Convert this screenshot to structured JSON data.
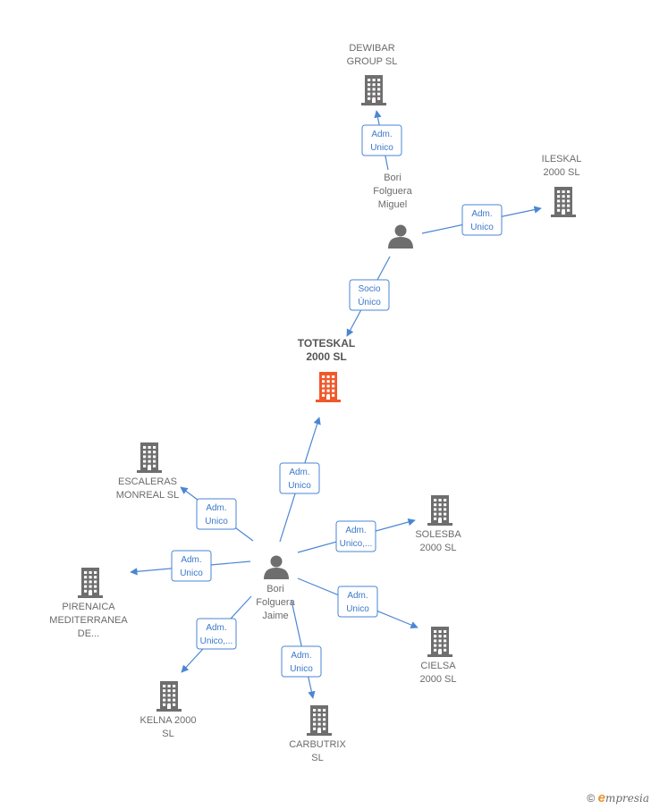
{
  "colors": {
    "company": "#6e6e6e",
    "main_company": "#f0582a",
    "person": "#6e6e6e",
    "edge": "#4a86d4"
  },
  "nodes": [
    {
      "id": "toteskal",
      "type": "company",
      "main": true,
      "lines": [
        "TOTESKAL",
        "2000  SL"
      ]
    },
    {
      "id": "dewibar",
      "type": "company",
      "lines": [
        "DEWIBAR",
        "GROUP  SL"
      ]
    },
    {
      "id": "ileskal",
      "type": "company",
      "lines": [
        "ILESKAL",
        "2000  SL"
      ]
    },
    {
      "id": "miguel",
      "type": "person",
      "lines": [
        "Bori",
        "Folguera",
        "Miguel"
      ]
    },
    {
      "id": "jaime",
      "type": "person",
      "lines": [
        "Bori",
        "Folguera",
        "Jaime"
      ]
    },
    {
      "id": "escaleras",
      "type": "company",
      "lines": [
        "ESCALERAS",
        "MONREAL SL"
      ]
    },
    {
      "id": "solesba",
      "type": "company",
      "lines": [
        "SOLESBA",
        "2000  SL"
      ]
    },
    {
      "id": "pirenaica",
      "type": "company",
      "lines": [
        "PIRENAICA",
        "MEDITERRANEA",
        "DE..."
      ]
    },
    {
      "id": "cielsa",
      "type": "company",
      "lines": [
        "CIELSA",
        "2000  SL"
      ]
    },
    {
      "id": "kelna",
      "type": "company",
      "lines": [
        "KELNA 2000",
        "SL"
      ]
    },
    {
      "id": "carbutrix",
      "type": "company",
      "lines": [
        "CARBUTRIX",
        "SL"
      ]
    }
  ],
  "edges": [
    {
      "from": "miguel",
      "to": "dewibar",
      "lines": [
        "Adm.",
        "Unico"
      ]
    },
    {
      "from": "miguel",
      "to": "ileskal",
      "lines": [
        "Adm.",
        "Unico"
      ]
    },
    {
      "from": "miguel",
      "to": "toteskal",
      "lines": [
        "Socio",
        "Único"
      ]
    },
    {
      "from": "jaime",
      "to": "toteskal",
      "lines": [
        "Adm.",
        "Unico"
      ]
    },
    {
      "from": "jaime",
      "to": "escaleras",
      "lines": [
        "Adm.",
        "Unico"
      ]
    },
    {
      "from": "jaime",
      "to": "solesba",
      "lines": [
        "Adm.",
        "Unico,..."
      ]
    },
    {
      "from": "jaime",
      "to": "pirenaica",
      "lines": [
        "Adm.",
        "Unico"
      ]
    },
    {
      "from": "jaime",
      "to": "cielsa",
      "lines": [
        "Adm.",
        "Unico"
      ]
    },
    {
      "from": "jaime",
      "to": "kelna",
      "lines": [
        "Adm.",
        "Unico,..."
      ]
    },
    {
      "from": "jaime",
      "to": "carbutrix",
      "lines": [
        "Adm.",
        "Unico"
      ]
    }
  ],
  "footer": {
    "copyright_symbol": "©",
    "brand_initial": "e",
    "brand_rest": "mpresia"
  }
}
